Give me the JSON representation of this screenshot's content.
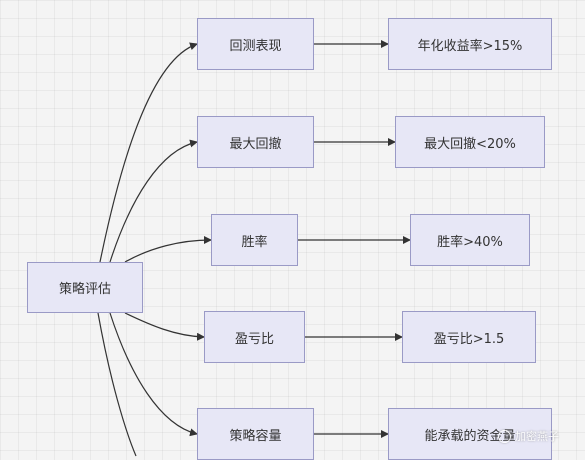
{
  "diagram": {
    "root": {
      "label": "策略评估"
    },
    "branches": [
      {
        "label": "回测表现",
        "target": "年化收益率>15%"
      },
      {
        "label": "最大回撤",
        "target": "最大回撤<20%"
      },
      {
        "label": "胜率",
        "target": "胜率>40%"
      },
      {
        "label": "盈亏比",
        "target": "盈亏比>1.5"
      },
      {
        "label": "策略容量",
        "target": "能承载的资金量"
      }
    ]
  },
  "watermark": {
    "text": "加密燕子"
  },
  "colors": {
    "node_fill": "#e7e7f6",
    "node_border": "#9a9ac6",
    "edge": "#333333",
    "text": "#333333",
    "background": "#f4f4f4"
  }
}
